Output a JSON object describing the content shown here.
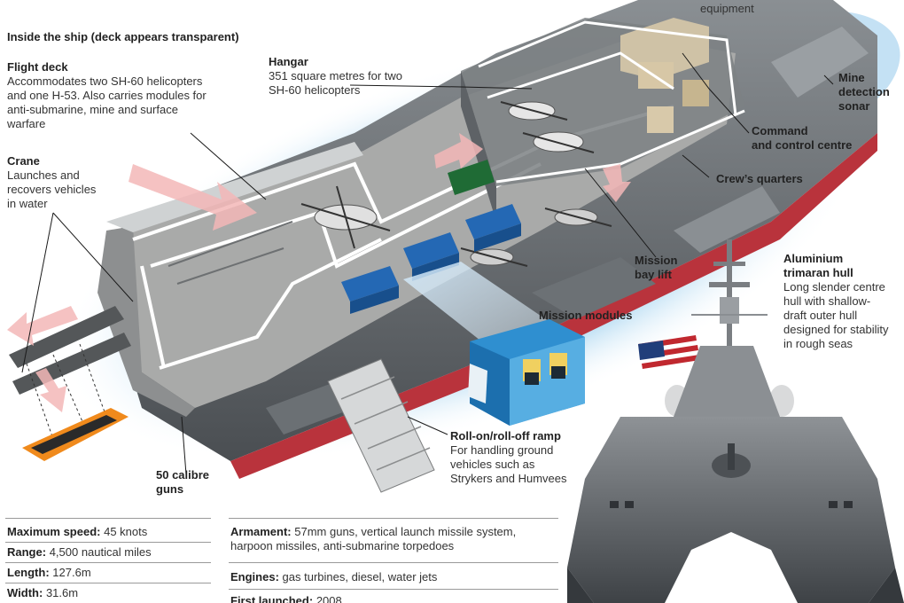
{
  "top_label": "equipment",
  "subtitle": "Inside the ship (deck appears transparent)",
  "labels": {
    "flight_deck": {
      "title": "Flight deck",
      "body": [
        "Accommodates two SH-60 helicopters",
        "and one H-53. Also carries modules for",
        "anti-submarine, mine and surface",
        "warfare"
      ]
    },
    "hangar": {
      "title": "Hangar",
      "body": [
        "351 square metres for two",
        "SH-60 helicopters"
      ]
    },
    "crane": {
      "title": "Crane",
      "body": [
        "Launches and",
        "recovers vehicles",
        "in water"
      ]
    },
    "mine_sonar": {
      "lines": [
        "Mine",
        "detection",
        "sonar"
      ]
    },
    "command": {
      "lines": [
        "Command",
        "and control centre"
      ]
    },
    "crews": {
      "lines": [
        "Crew’s quarters"
      ]
    },
    "mission_lift": {
      "lines": [
        "Mission",
        "bay lift"
      ]
    },
    "mission_modules": {
      "lines": [
        "Mission modules"
      ]
    },
    "hull": {
      "title": [
        "Aluminium",
        "trimaran hull"
      ],
      "body": [
        "Long slender centre",
        "hull with shallow-",
        "draft outer hull",
        "designed for stability",
        "in rough seas"
      ]
    },
    "ramp": {
      "title": "Roll-on/roll-off ramp",
      "body": [
        "For handling ground",
        "vehicles such as",
        "Strykers and Humvees"
      ]
    },
    "guns": {
      "lines": [
        "50 calibre",
        "guns"
      ]
    }
  },
  "specs_left": [
    {
      "key": "Maximum speed:",
      "value": "45 knots"
    },
    {
      "key": "Range:",
      "value": "4,500 nautical miles"
    },
    {
      "key": "Length:",
      "value": "127.6m"
    },
    {
      "key": "Width:",
      "value": "31.6m"
    }
  ],
  "specs_right": [
    {
      "key": "Armament:",
      "value": [
        "57mm guns, vertical launch missile system,",
        "harpoon missiles, anti-submarine torpedoes"
      ]
    },
    {
      "key": "Engines:",
      "value": [
        "gas turbines, diesel, water jets"
      ]
    },
    {
      "key": "First launched:",
      "value": [
        "2008"
      ]
    }
  ],
  "colors": {
    "water": "#b9dcf2",
    "hull_dark": "#55595d",
    "hull_mid": "#7d8286",
    "deck": "#a9aaa9",
    "accent_red": "#b9333c",
    "module_blue": "#2468b4",
    "arrow_pink": "#f3b7b7"
  }
}
